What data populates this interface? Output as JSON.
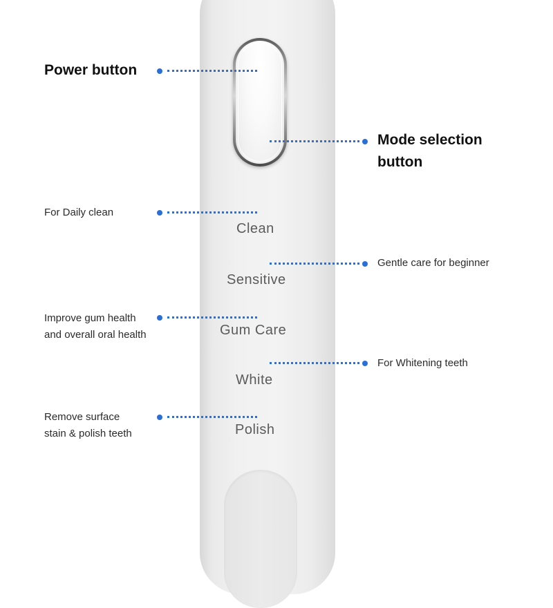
{
  "colors": {
    "accent": "#2a6fd9",
    "handle": "#efefef"
  },
  "modes": [
    "Clean",
    "Sensitive",
    "Gum Care",
    "White",
    "Polish"
  ],
  "callouts": {
    "power": "Power button",
    "mode_selection": [
      "Mode selection",
      "button"
    ],
    "clean": "For Daily clean",
    "sensitive": "Gentle care for beginner",
    "gum_care": [
      "Improve gum health",
      "and overall oral health"
    ],
    "white": "For Whitening teeth",
    "polish": [
      "Remove surface",
      "stain & polish teeth"
    ]
  }
}
